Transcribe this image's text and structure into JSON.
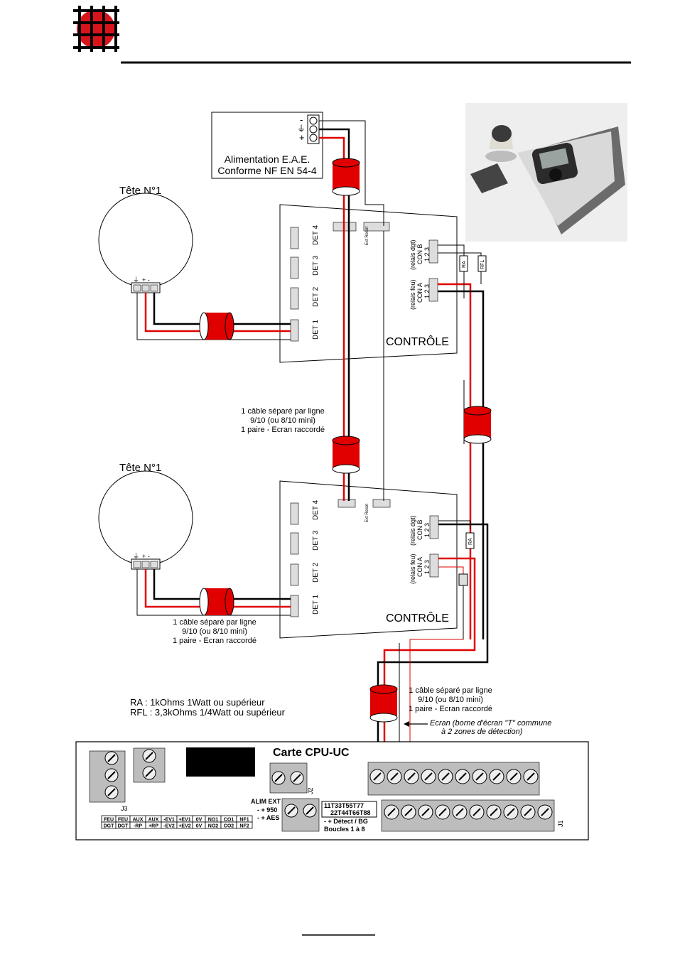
{
  "supply": {
    "title_line1": "Alimentation E.A.E.",
    "title_line2": "Conforme NF EN 54-4",
    "terminal_minus": "-",
    "terminal_plus": "+"
  },
  "heads": {
    "top_label": "Tête  N°1",
    "bottom_label": "Tête  N°1",
    "terminal_signs": "+ -"
  },
  "control": {
    "title": "CONTRÔLE",
    "det1": "DET 1",
    "det2": "DET 2",
    "det3": "DET 3",
    "det4": "DET 4",
    "ext_reset": "Ext Reset",
    "relais_dgt": "(relais dgt)",
    "con_b": "CON B",
    "relais_feu": "(relais feu)",
    "con_a": "CON A",
    "pins": "1 2 3"
  },
  "resistors": {
    "ra": "RA",
    "rfl": "RFL"
  },
  "cable_notes": {
    "line1": "1 câble séparé par ligne",
    "line2": "9/10 (ou 8/10 mini)",
    "line3": "1 paire - Ecran raccordé"
  },
  "legend": {
    "ra": "RA : 1kOhms 1Watt ou supérieur",
    "rfl": "RFL : 3,3kOhms 1/4Watt ou supérieur"
  },
  "ecran_note": {
    "line1": "Ecran (borne d'écran \"T\" commune",
    "line2": "à 2 zones de détection)"
  },
  "cpu": {
    "title": "Carte CPU-UC",
    "j1": "J1",
    "j2": "J2",
    "j3": "J3",
    "alim_ext": "ALIM EXT",
    "v950": "- + 950",
    "aes": "- + AES",
    "boucles_top": "11T33T55T77",
    "boucles_bottom": "22T44T66T88",
    "detect": "- + Détect / BG",
    "boucles": "Boucles 1 à 8",
    "labels_top": [
      "FEU",
      "FEU",
      "AUX",
      "AUX",
      "-EV1",
      "+EV1",
      "0V",
      "NO1",
      "CO1",
      "NF1"
    ],
    "labels_bottom": [
      "DGT",
      "DGT",
      "-RP",
      "+RP",
      "-EV2",
      "+EV2",
      "0V",
      "NO2",
      "CO2",
      "NF2"
    ]
  },
  "colors": {
    "wire_red": "#e00000",
    "wire_black": "#000000",
    "logo_red": "#d8141b",
    "terminal_grey": "#bdbdbd"
  }
}
